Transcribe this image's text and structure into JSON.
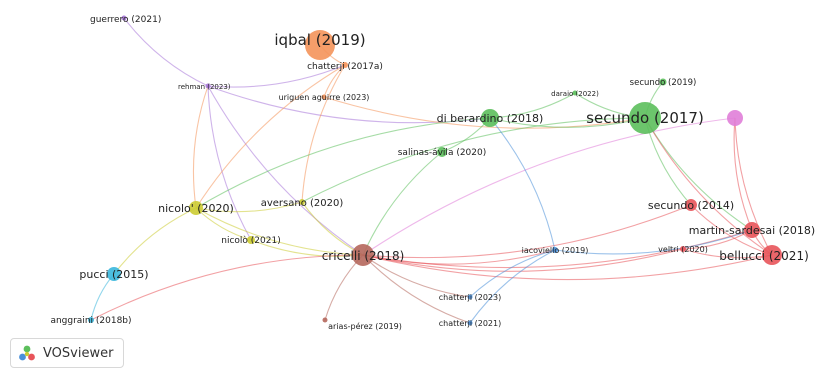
{
  "app_name": "VOSviewer",
  "clusters": {
    "red": "#e8545a",
    "green": "#5cbf5c",
    "blue": "#4a90d9",
    "yellow": "#cccc33",
    "purple": "#a777d8",
    "cyan": "#3ab7dd",
    "orange": "#f4935a",
    "brown": "#b5675c",
    "pink": "#e07ed8"
  },
  "nodes": {
    "iqbal_2019": {
      "label": "iqbal (2019)",
      "cluster": "orange"
    },
    "chatterji_2017a": {
      "label": "chatterji (2017a)",
      "cluster": "orange"
    },
    "guerrero_2021": {
      "label": "guerrero (2021)",
      "cluster": "purple"
    },
    "rehman_2023": {
      "label": "rehman (2023)",
      "cluster": "purple"
    },
    "uriguen_2023": {
      "label": "uriguen aguirre (2023)",
      "cluster": "orange"
    },
    "di_berardino_2018": {
      "label": "di berardino (2018)",
      "cluster": "green"
    },
    "daraio_2022": {
      "label": "daraio (2022)",
      "cluster": "green"
    },
    "secundo_2019": {
      "label": "secundo (2019)",
      "cluster": "green"
    },
    "secundo_2017": {
      "label": "secundo (2017)",
      "cluster": "green"
    },
    "salinas_avila_2020": {
      "label": "salinas-ávila (2020)",
      "cluster": "green"
    },
    "pink_node": {
      "label": "",
      "cluster": "pink"
    },
    "nicolo_2020": {
      "label": "nicolo' (2020)",
      "cluster": "yellow"
    },
    "aversano_2020": {
      "label": "aversano (2020)",
      "cluster": "yellow"
    },
    "nicolo_2021": {
      "label": "nicolò (2021)",
      "cluster": "yellow"
    },
    "secundo_2014": {
      "label": "secundo (2014)",
      "cluster": "red"
    },
    "martin_sardesai_2018": {
      "label": "martin-sardesai (2018)",
      "cluster": "red"
    },
    "cricelli_2018": {
      "label": "cricelli (2018)",
      "cluster": "brown"
    },
    "iacoviello_2019": {
      "label": "iacoviello (2019)",
      "cluster": "blue"
    },
    "veltri_2020": {
      "label": "veltri (2020)",
      "cluster": "red"
    },
    "bellucci_2021": {
      "label": "bellucci (2021)",
      "cluster": "red"
    },
    "pucci_2015": {
      "label": "pucci (2015)",
      "cluster": "cyan"
    },
    "chatterji_2023": {
      "label": "chatterji (2023)",
      "cluster": "blue"
    },
    "anggraini_2018b": {
      "label": "anggraini (2018b)",
      "cluster": "cyan"
    },
    "arias_perez_2019": {
      "label": "arias-pérez (2019)",
      "cluster": "brown"
    },
    "chatterji_2021": {
      "label": "chatterji (2021)",
      "cluster": "blue"
    }
  },
  "links": [
    [
      "guerrero_2021",
      "rehman_2023",
      "purple"
    ],
    [
      "rehman_2023",
      "cricelli_2018",
      "purple"
    ],
    [
      "rehman_2023",
      "nicolo_2021",
      "purple"
    ],
    [
      "rehman_2023",
      "chatterji_2017a",
      "purple"
    ],
    [
      "rehman_2023",
      "di_berardino_2018",
      "purple"
    ],
    [
      "rehman_2023",
      "nicolo_2020",
      "orange"
    ],
    [
      "iqbal_2019",
      "chatterji_2017a",
      "orange"
    ],
    [
      "chatterji_2017a",
      "aversano_2020",
      "orange"
    ],
    [
      "chatterji_2017a",
      "nicolo_2020",
      "orange"
    ],
    [
      "uriguen_2023",
      "secundo_2017",
      "orange"
    ],
    [
      "chatterji_2017a",
      "uriguen_2023",
      "orange"
    ],
    [
      "di_berardino_2018",
      "secundo_2017",
      "green"
    ],
    [
      "di_berardino_2018",
      "nicolo_2020",
      "green"
    ],
    [
      "di_berardino_2018",
      "daraio_2022",
      "green"
    ],
    [
      "daraio_2022",
      "secundo_2017",
      "green"
    ],
    [
      "secundo_2019",
      "secundo_2017",
      "green"
    ],
    [
      "salinas_avila_2020",
      "cricelli_2018",
      "green"
    ],
    [
      "salinas_avila_2020",
      "di_berardino_2018",
      "green"
    ],
    [
      "secundo_2017",
      "secundo_2014",
      "green"
    ],
    [
      "secundo_2017",
      "martin_sardesai_2018",
      "green"
    ],
    [
      "secundo_2017",
      "aversano_2020",
      "green"
    ],
    [
      "secundo_2017",
      "bellucci_2021",
      "red"
    ],
    [
      "pink_node",
      "cricelli_2018",
      "pink"
    ],
    [
      "pink_node",
      "bellucci_2021",
      "red"
    ],
    [
      "pink_node",
      "martin_sardesai_2018",
      "red"
    ],
    [
      "nicolo_2020",
      "aversano_2020",
      "yellow"
    ],
    [
      "nicolo_2020",
      "nicolo_2021",
      "yellow"
    ],
    [
      "nicolo_2020",
      "pucci_2015",
      "yellow"
    ],
    [
      "nicolo_2020",
      "cricelli_2018",
      "yellow"
    ],
    [
      "aversano_2020",
      "cricelli_2018",
      "yellow"
    ],
    [
      "nicolo_2021",
      "cricelli_2018",
      "yellow"
    ],
    [
      "cricelli_2018",
      "iacoviello_2019",
      "red"
    ],
    [
      "cricelli_2018",
      "veltri_2020",
      "red"
    ],
    [
      "cricelli_2018",
      "secundo_2014",
      "red"
    ],
    [
      "cricelli_2018",
      "martin_sardesai_2018",
      "red"
    ],
    [
      "cricelli_2018",
      "bellucci_2021",
      "red"
    ],
    [
      "cricelli_2018",
      "arias_perez_2019",
      "brown"
    ],
    [
      "cricelli_2018",
      "chatterji_2023",
      "brown"
    ],
    [
      "cricelli_2018",
      "chatterji_2021",
      "brown"
    ],
    [
      "cricelli_2018",
      "anggraini_2018b",
      "red"
    ],
    [
      "iacoviello_2019",
      "martin_sardesai_2018",
      "blue"
    ],
    [
      "iacoviello_2019",
      "di_berardino_2018",
      "blue"
    ],
    [
      "iacoviello_2019",
      "chatterji_2021",
      "blue"
    ],
    [
      "iacoviello_2019",
      "chatterji_2023",
      "blue"
    ],
    [
      "martin_sardesai_2018",
      "bellucci_2021",
      "red"
    ],
    [
      "secundo_2014",
      "bellucci_2021",
      "red"
    ],
    [
      "veltri_2020",
      "martin_sardesai_2018",
      "red"
    ],
    [
      "veltri_2020",
      "bellucci_2021",
      "red"
    ],
    [
      "pucci_2015",
      "anggraini_2018b",
      "cyan"
    ]
  ]
}
